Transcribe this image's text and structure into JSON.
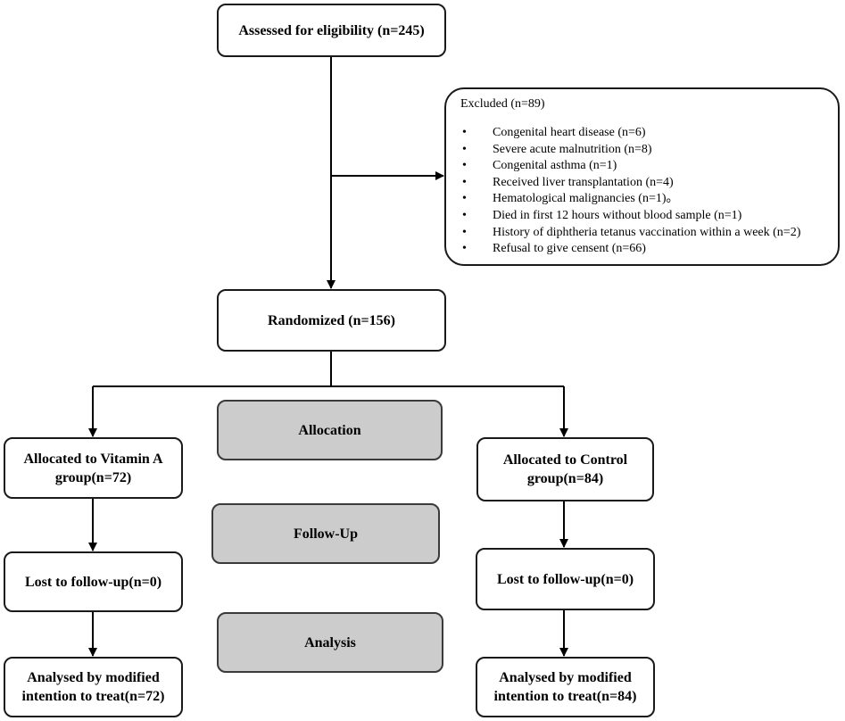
{
  "assessed": "Assessed for eligibility (n=245)",
  "excluded": {
    "title": "Excluded (n=89)",
    "items": [
      "Congenital heart disease (n=6)",
      "Severe acute malnutrition (n=8)",
      "Congenital asthma (n=1)",
      "Received liver transplantation (n=4)",
      "Hematological malignancies (n=1)。",
      "Died in first 12 hours without blood sample (n=1)",
      "History of diphtheria tetanus vaccination within a week (n=2)",
      "Refusal to give censent (n=66)"
    ]
  },
  "randomized": "Randomized (n=156)",
  "stages": {
    "allocation": "Allocation",
    "follow_up": "Follow-Up",
    "analysis": "Analysis"
  },
  "vitamin_a": {
    "allocated_line1": "Allocated to Vitamin A",
    "allocated_line2": "group(n=72)",
    "lost": "Lost to follow-up(n=0)",
    "analysed_line1": "Analysed by modified",
    "analysed_line2": "intention to treat(n=72)"
  },
  "control": {
    "allocated_line1": "Allocated to Control",
    "allocated_line2": "group(n=84)",
    "lost": "Lost to follow-up(n=0)",
    "analysed_line1": "Analysed by modified",
    "analysed_line2": "intention to treat(n=84)"
  }
}
